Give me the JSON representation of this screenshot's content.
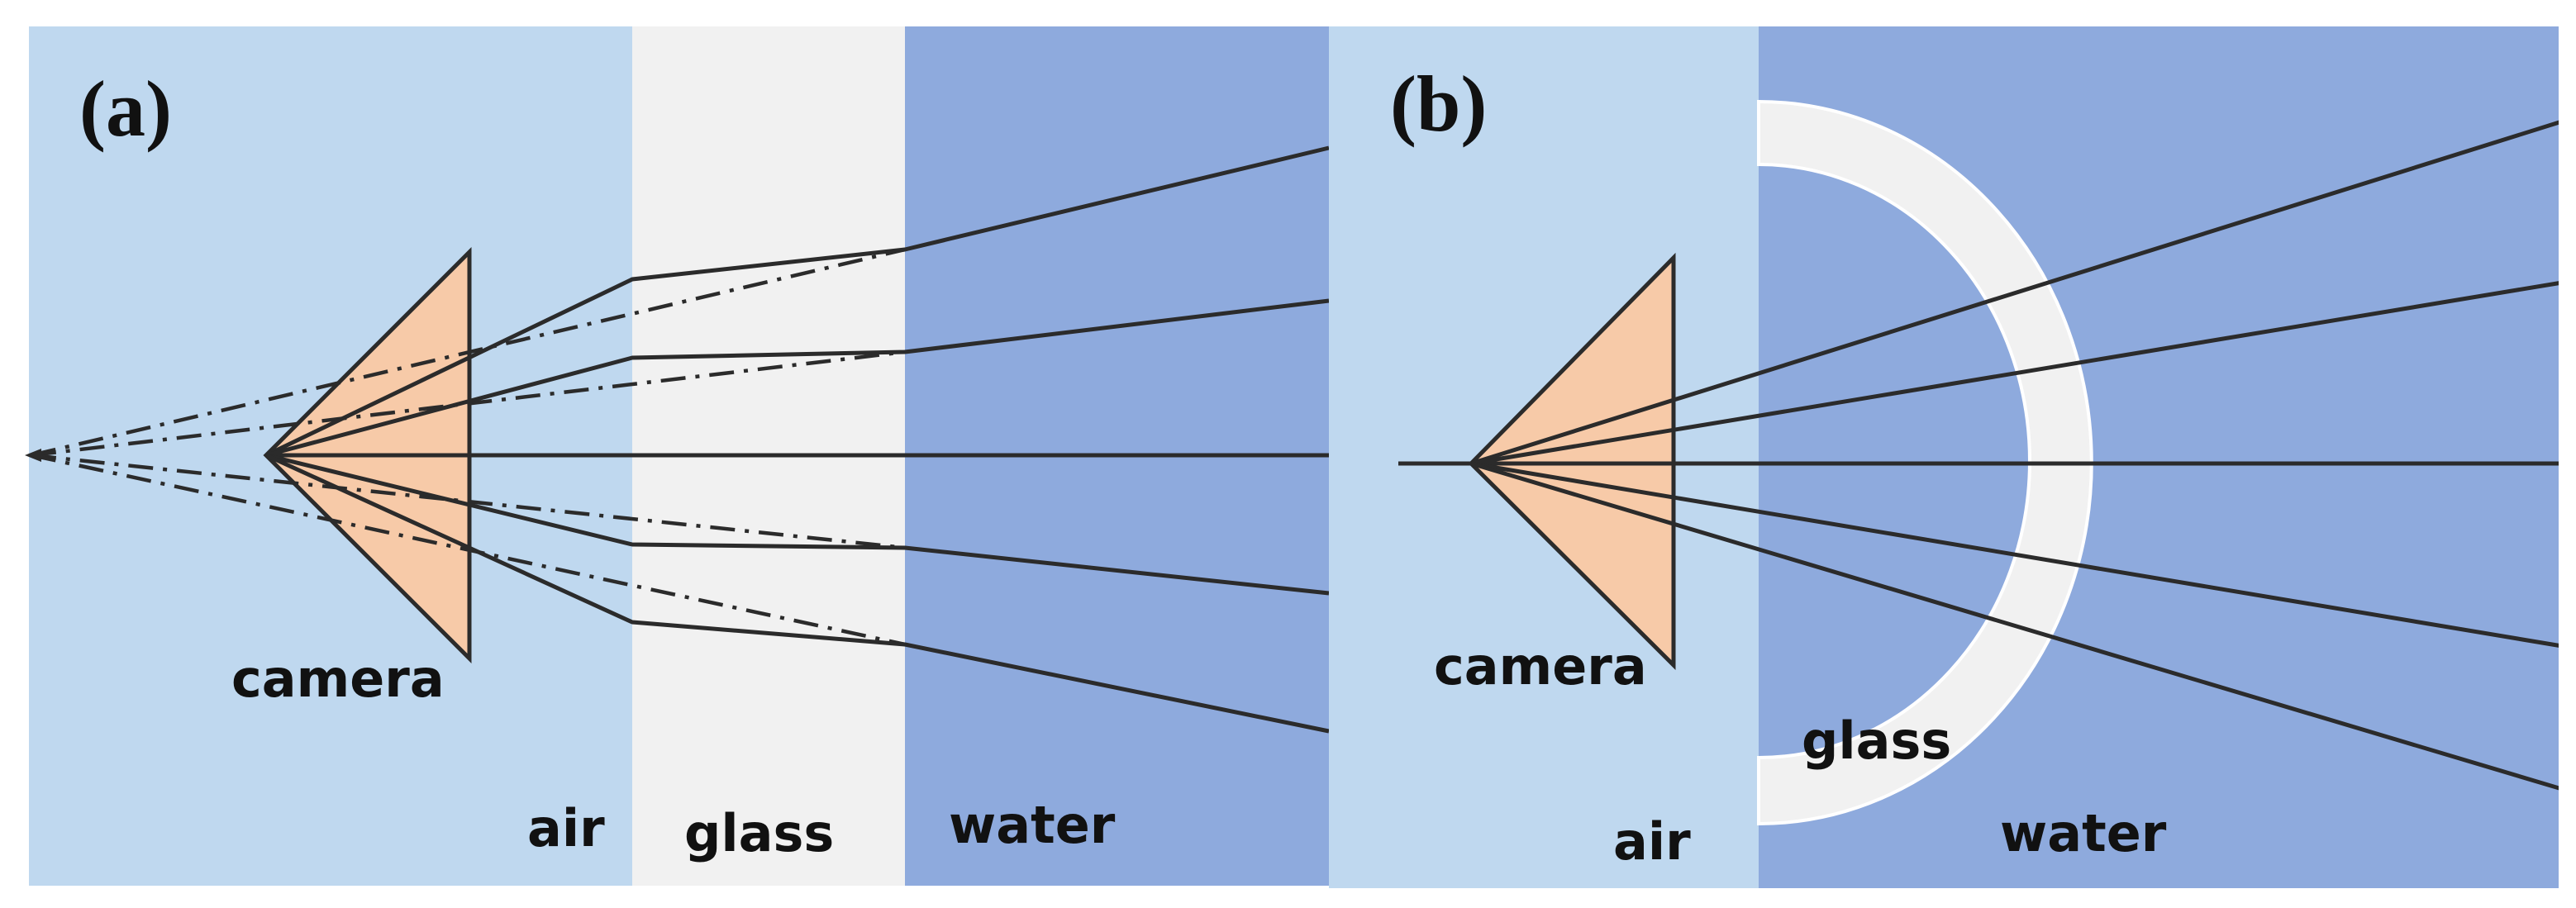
{
  "colors": {
    "air": "#bfd8ef",
    "glass": "#f1f1f1",
    "water": "#8eaadd",
    "camera": "#f7caa8",
    "ray": "#2b2b2b"
  },
  "panel_a": {
    "tag": "(a)",
    "camera_label": "camera",
    "air_label": "air",
    "glass_label": "glass",
    "water_label": "water"
  },
  "panel_b": {
    "tag": "(b)",
    "camera_label": "camera",
    "air_label": "air",
    "glass_label": "glass",
    "water_label": "water"
  }
}
